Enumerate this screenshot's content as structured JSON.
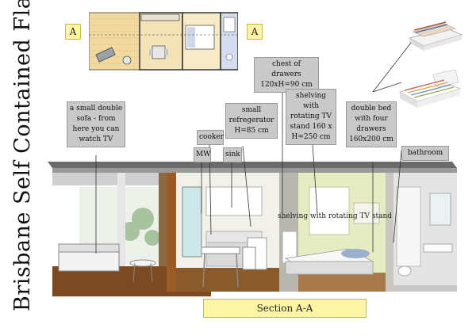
{
  "title": "Brisbane Self Contained Flat",
  "plan": {
    "marker_left": "A",
    "marker_right": "A"
  },
  "labels": {
    "sofa": [
      "a small double",
      "sofa - from",
      "here you can",
      "watch TV"
    ],
    "cooker": "cooker",
    "mw": "MW",
    "sink": "sink",
    "fridge": [
      "small",
      "refregerator",
      "H=85 cm"
    ],
    "drawers": [
      "chest of drawers",
      "120xH=90 cm"
    ],
    "shelving": [
      "shelving with",
      "rotating TV",
      "stand 160 x",
      "H=250 cm"
    ],
    "bed": [
      "double bed",
      "with four",
      "drawers",
      "160x200 cm"
    ],
    "bathroom": "bathroom"
  },
  "inline_note": "shelving with rotating TV stand",
  "section_title": "Section A-A"
}
